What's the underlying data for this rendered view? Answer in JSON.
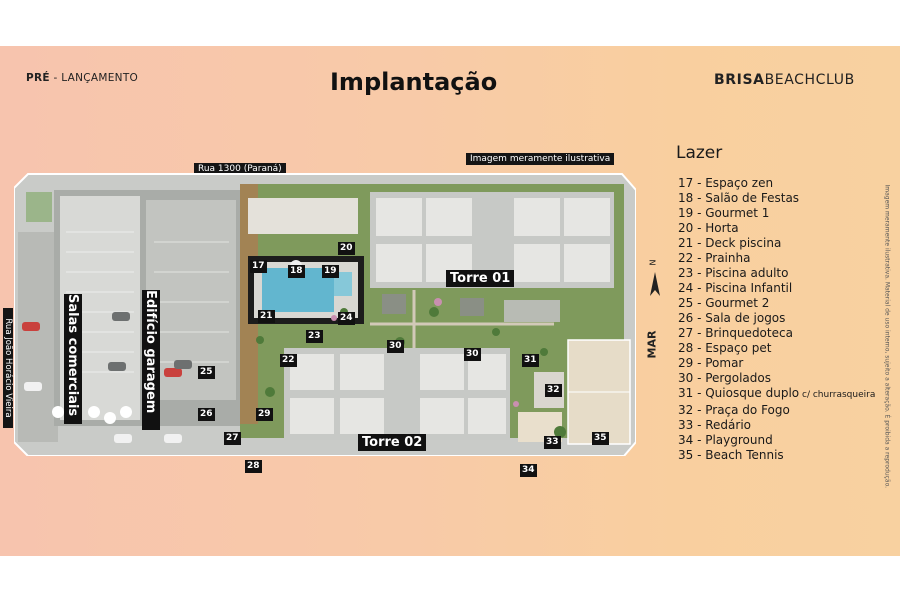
{
  "header": {
    "tag_bold": "PRÉ",
    "tag_rest": " - LANÇAMENTO",
    "title": "Implantação",
    "brand_bold": "BRISA",
    "brand_rest": "BEACHCLUB"
  },
  "notes": {
    "illustrative": "Imagem meramente ilustrativa",
    "side_disclaimer": "Imagem meramente ilustrativa. Material de uso interno, sujeito a alteração. É proibida a reprodução."
  },
  "streets": {
    "top": "Rua 1300 (Paraná)",
    "left": "Rua João Horácio Vieira"
  },
  "orientation": {
    "north": "N",
    "sea": "MAR"
  },
  "plan_labels": {
    "torre01": "Torre 01",
    "torre02": "Torre 02",
    "salas": "Salas comerciais",
    "garagem": "Edifício garagem"
  },
  "legend": {
    "title": "Lazer",
    "items": [
      "17 - Espaço zen",
      "18 - Salão de Festas",
      "19 - Gourmet 1",
      "20 - Horta",
      "21 - Deck piscina",
      "22 - Prainha",
      "23 - Piscina adulto",
      "24 - Piscina Infantil",
      "25 - Gourmet 2",
      "26 - Sala de jogos",
      "27 - Brinquedoteca",
      "28 - Espaço pet",
      "29 - Pomar",
      "30 - Pergolados",
      "31 - Quiosque duplo",
      "32 - Praça do Fogo",
      "33 - Redário",
      "34 - Playground",
      "35 - Beach Tennis"
    ],
    "item31_suffix": " c/ churrasqueira"
  },
  "markers": [
    "17",
    "18",
    "19",
    "20",
    "21",
    "22",
    "23",
    "24",
    "25",
    "26",
    "27",
    "28",
    "29",
    "30",
    "30",
    "31",
    "32",
    "33",
    "34",
    "35"
  ]
}
